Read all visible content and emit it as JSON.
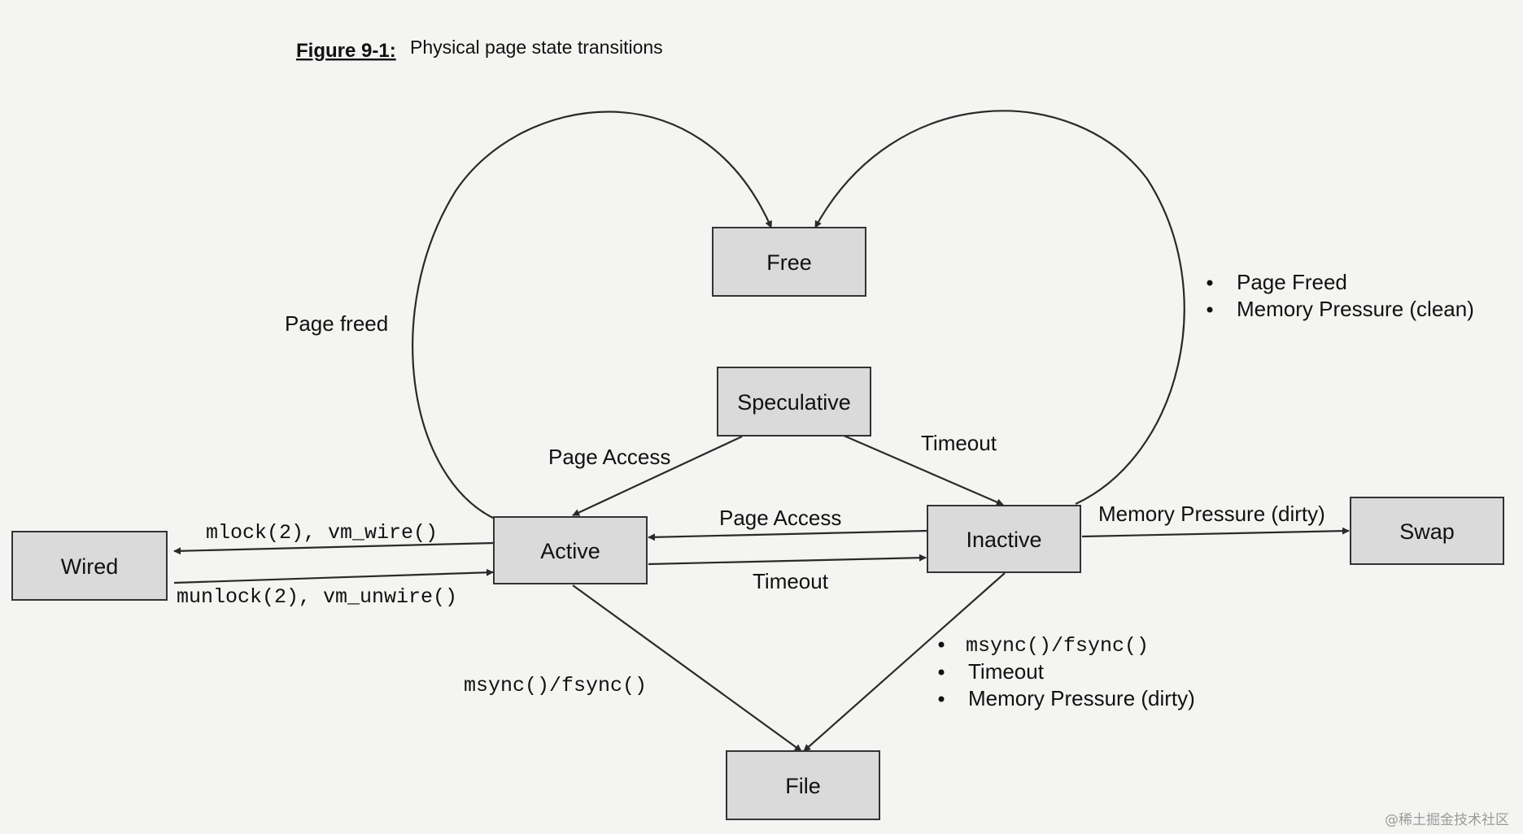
{
  "figure": {
    "number": "Figure 9-1:",
    "title": "Physical page state transitions"
  },
  "states": {
    "free": "Free",
    "speculative": "Speculative",
    "active": "Active",
    "inactive": "Inactive",
    "wired": "Wired",
    "swap": "Swap",
    "file": "File"
  },
  "edges": {
    "active_to_free": "Page freed",
    "speculative_to_active": "Page Access",
    "speculative_to_inactive": "Timeout",
    "inactive_to_active": "Page Access",
    "active_to_inactive": "Timeout",
    "active_to_wired": "mlock(2), vm_wire()",
    "wired_to_active": "munlock(2), vm_unwire()",
    "inactive_to_swap": "Memory Pressure (dirty)",
    "active_to_file": "msync()/fsync()",
    "inactive_to_free": [
      "Page Freed",
      "Memory Pressure (clean)"
    ],
    "inactive_to_file": [
      "msync()/fsync()",
      "Timeout",
      "Memory Pressure (dirty)"
    ]
  },
  "watermark": "@稀土掘金技术社区"
}
